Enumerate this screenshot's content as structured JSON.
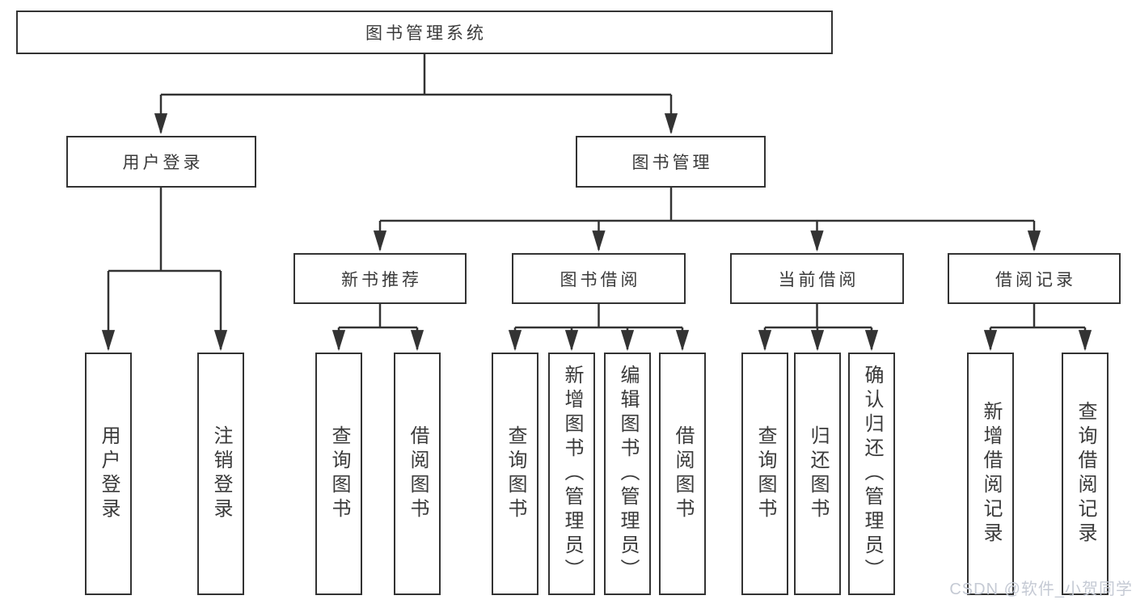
{
  "watermark": {
    "text": "CSDN @软件_小贺同学",
    "color": "#c5cad4"
  },
  "colors": {
    "background": "#ffffff",
    "box_border": "#333333",
    "line": "#333333",
    "text": "#3a3a3a"
  },
  "tree": {
    "root": {
      "label": "图书管理系统"
    },
    "children": [
      {
        "label": "用户登录",
        "children": [
          {
            "label": "用户登录"
          },
          {
            "label": "注销登录"
          }
        ]
      },
      {
        "label": "图书管理",
        "children": [
          {
            "label": "新书推荐",
            "children": [
              {
                "label": "查询图书"
              },
              {
                "label": "借阅图书"
              }
            ]
          },
          {
            "label": "图书借阅",
            "children": [
              {
                "label": "查询图书"
              },
              {
                "label": "新增图书（管理员）"
              },
              {
                "label": "编辑图书（管理员）"
              },
              {
                "label": "借阅图书"
              }
            ]
          },
          {
            "label": "当前借阅",
            "children": [
              {
                "label": "查询图书"
              },
              {
                "label": "归还图书"
              },
              {
                "label": "确认归还（管理员）"
              }
            ]
          },
          {
            "label": "借阅记录",
            "children": [
              {
                "label": "新增借阅记录"
              },
              {
                "label": "查询借阅记录"
              }
            ]
          }
        ]
      }
    ]
  }
}
